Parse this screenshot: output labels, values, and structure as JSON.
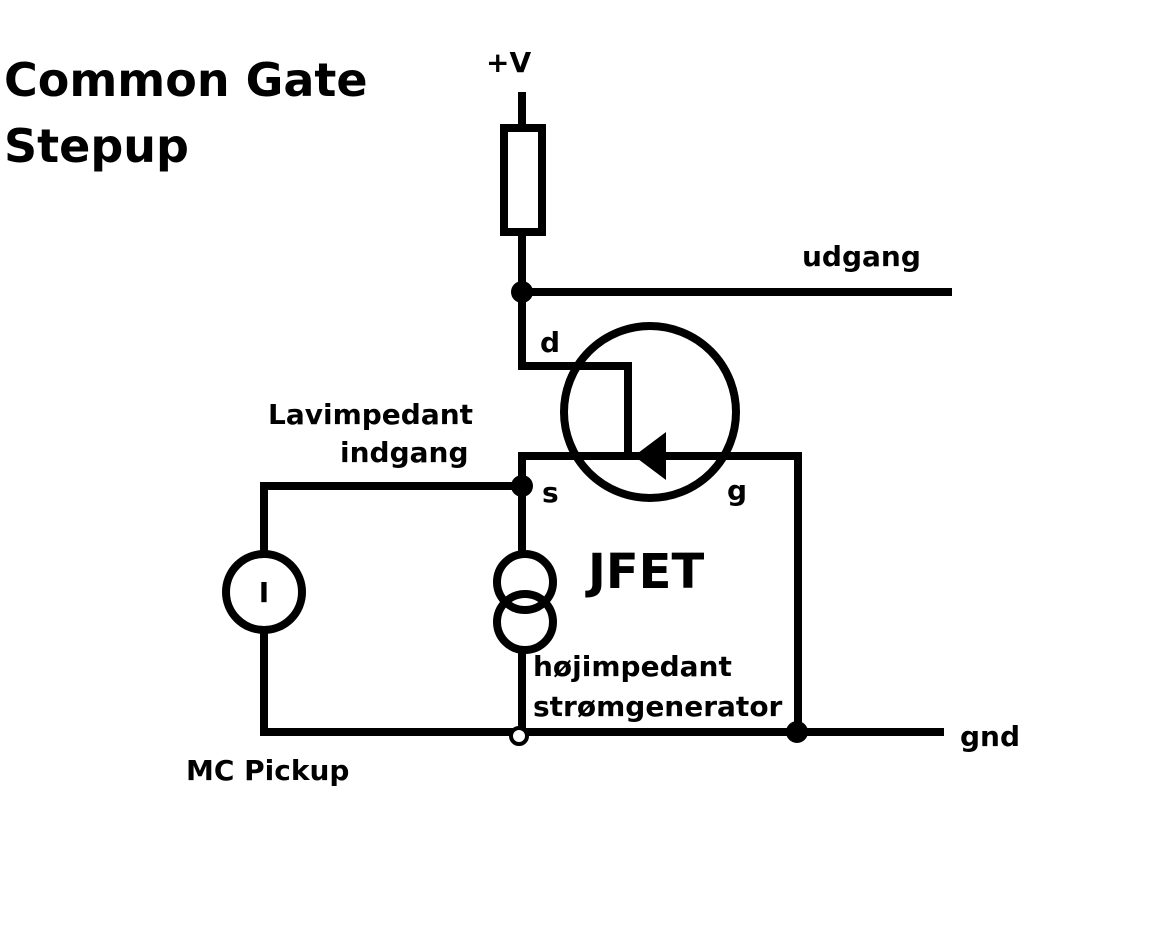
{
  "title": {
    "line1": "Common Gate",
    "line2": "Stepup"
  },
  "labels": {
    "supply": "+V",
    "output": "udgang",
    "drain": "d",
    "source": "s",
    "gate": "g",
    "input_line1": "Lavimpedant",
    "input_line2": "indgang",
    "transistor": "JFET",
    "current_source_symbol": "I",
    "generator_line1": "højimpedant",
    "generator_line2": "strømgenerator",
    "pickup": "MC Pickup",
    "ground": "gnd"
  },
  "colors": {
    "ink": "#000000",
    "background": "#ffffff"
  }
}
